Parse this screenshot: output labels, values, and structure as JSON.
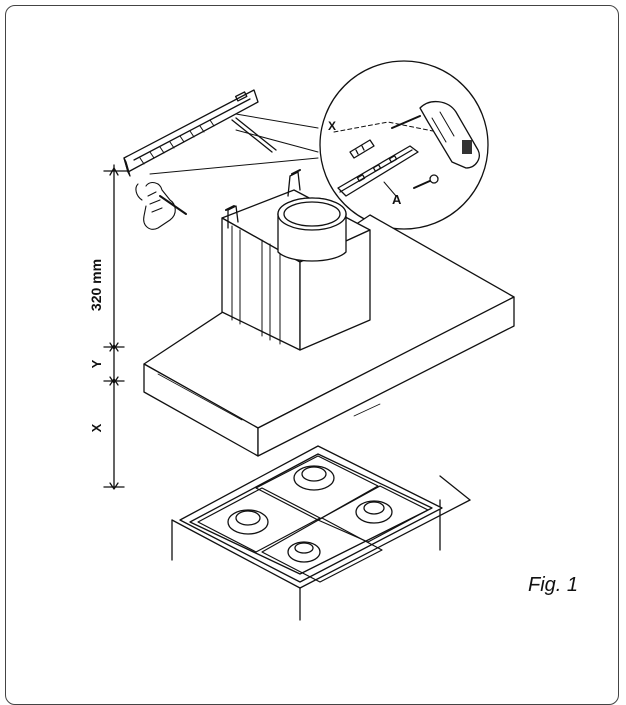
{
  "figure": {
    "caption": "Fig. 1",
    "labels": {
      "dim_320": "320 mm",
      "dim_y": "Y",
      "dim_x": "X",
      "detail_x": "X",
      "detail_a": "A"
    }
  }
}
